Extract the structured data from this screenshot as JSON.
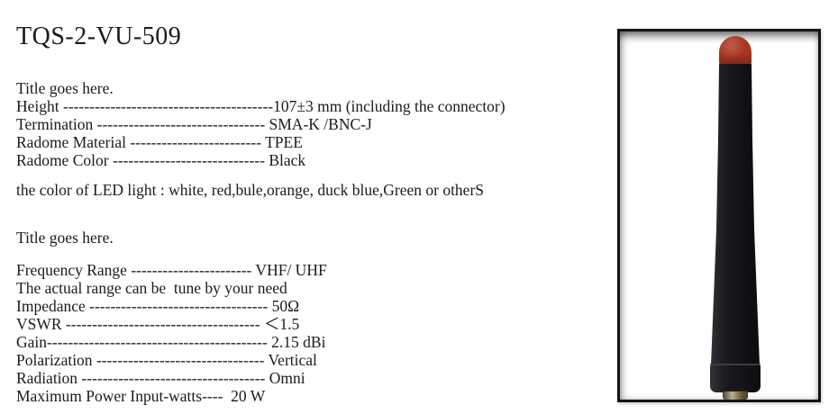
{
  "page": {
    "background": "#ffffff",
    "text_color": "#1b1b1b"
  },
  "header": {
    "product_title": "TQS-2-VU-509"
  },
  "section1": {
    "heading": "Title goes here.",
    "specs": [
      {
        "label": "Height ",
        "dashes": "----------------------------------------",
        "value": "107±3 mm (including the connector)"
      },
      {
        "label": "Termination ",
        "dashes": "--------------------------------",
        "value": " SMA-K /BNC-J"
      },
      {
        "label": "Radome Material ",
        "dashes": "-------------------------",
        "value": " TPEE"
      },
      {
        "label": "Radome Color ",
        "dashes": "-----------------------------",
        "value": " Black"
      }
    ]
  },
  "led_note": "the color of LED light : white, red,bule,orange, duck blue,Green or otherS",
  "section2": {
    "heading": "Title goes here.",
    "specs": [
      {
        "label": "Frequency Range ",
        "dashes": "-----------------------",
        "value": " VHF/ UHF"
      },
      {
        "label": "The actual range can be  tune by your need",
        "dashes": "",
        "value": ""
      },
      {
        "label": "Impedance ",
        "dashes": "----------------------------------",
        "value": " 50Ω"
      },
      {
        "label": "VSWR ",
        "dashes": "-------------------------------------",
        "value": " ＜1.5"
      },
      {
        "label": "Gain",
        "dashes": "------------------------------------------",
        "value": " 2.15 dBi"
      },
      {
        "label": "Polarization ",
        "dashes": "--------------------------------",
        "value": " Vertical"
      },
      {
        "label": "Radiation ",
        "dashes": "-----------------------------------",
        "value": " Omni"
      },
      {
        "label": "Maximum Power Input-watts",
        "dashes": "----",
        "value": "  20 W"
      }
    ]
  },
  "photo": {
    "frame_border_color": "#151515",
    "tip_color": "#a93420",
    "body_color": "#131318",
    "base_color": "#17171b",
    "connector_color": "#8a7847"
  }
}
